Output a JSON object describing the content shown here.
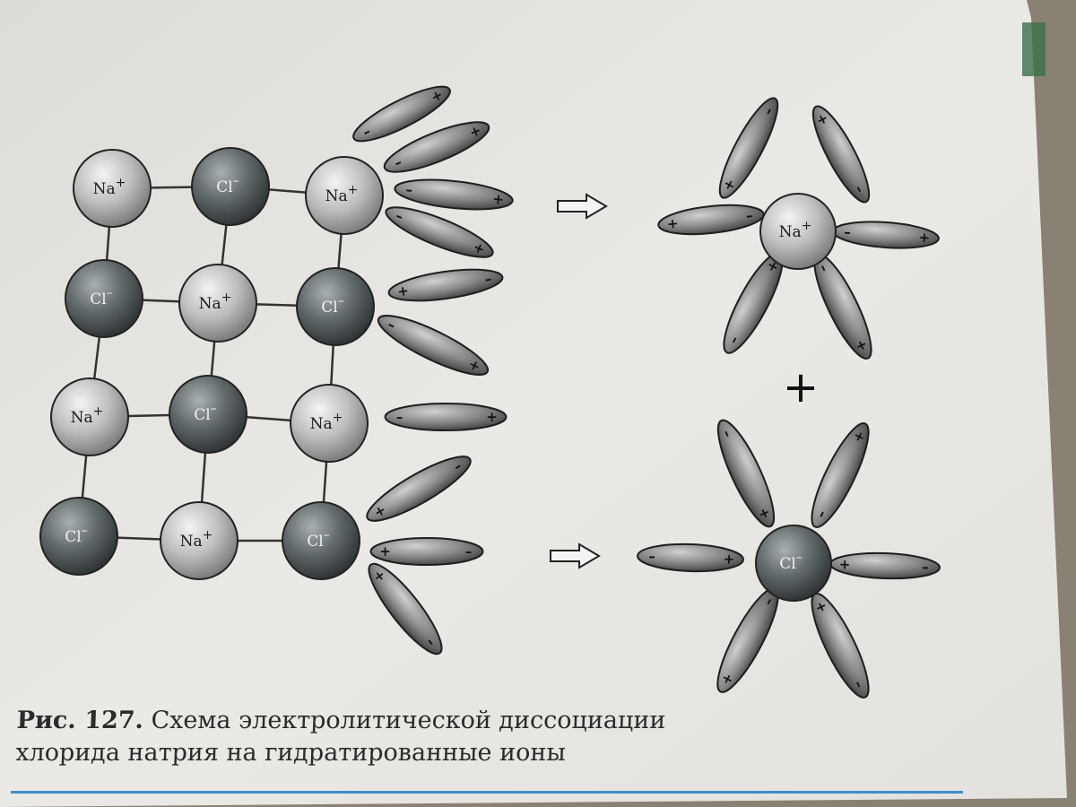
{
  "diagram": {
    "na_label": "Na",
    "cl_label": "Cl",
    "plus_superscript": "+",
    "minus_superscript": "–",
    "water_plus": "+",
    "water_minus": "–",
    "combine_sign": "+"
  },
  "caption": {
    "figure": "Рис. 127.",
    "line1": "Схема электролитической диссоциации",
    "line2": "хлорида натрия на гидратированные ионы"
  },
  "colors": {
    "paper": "#e9e7e3",
    "na_fill": "#bdbdbd",
    "cl_fill": "#5f6668",
    "water_fill": "#7f7f7f",
    "caption_rule": "#3f8fc8"
  }
}
